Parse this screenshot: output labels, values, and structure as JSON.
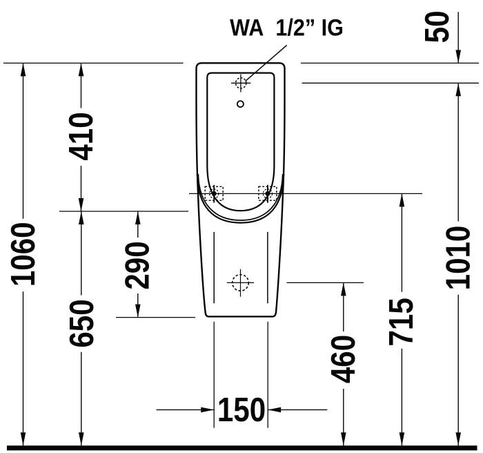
{
  "drawing": {
    "title": "urinal-technical-drawing",
    "annotation": "WA  1/2” IG",
    "line_color": "#060606",
    "background": "#ffffff",
    "dimensions": {
      "inlet_offset": "50",
      "rim_depth": "410",
      "overall_height": "1060",
      "rim_to_floor": "650",
      "rim_to_body_bottom": "290",
      "inlet_height": "1010",
      "fixing_height": "715",
      "outlet_height": "460",
      "fixing_spacing": "150"
    }
  }
}
